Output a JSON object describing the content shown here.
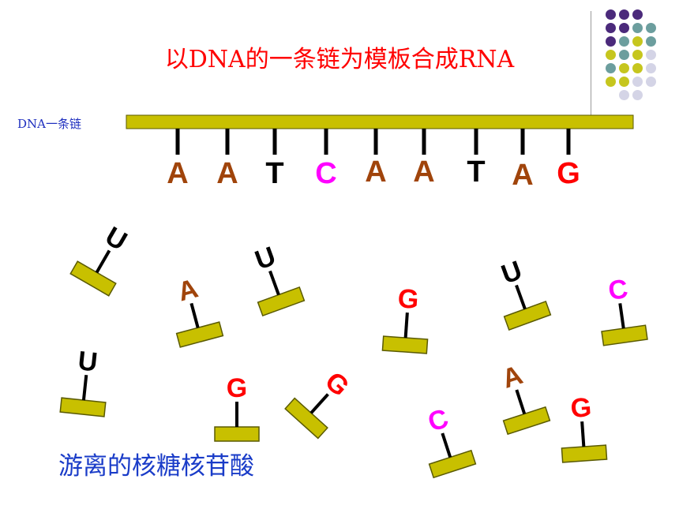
{
  "slide": {
    "title": "以DNA的一条链为模板合成RNA",
    "strand_label": "DNA一条链",
    "free_label": "游离的核糖核苷酸"
  },
  "template_bases": [
    "A",
    "A",
    "T",
    "C",
    "A",
    "A",
    "T",
    "A",
    "G"
  ],
  "free_nucleotides": [
    "U",
    "A",
    "U",
    "G",
    "U",
    "C",
    "U",
    "G",
    "G",
    "C",
    "A",
    "G"
  ],
  "colors": {
    "A": "#a0440b",
    "T": "#000000",
    "U": "#000000",
    "C": "#ff00ff",
    "G": "#ff0000",
    "backbone": "#c8c000",
    "backbone_stroke": "#5a5a00",
    "title": "#ff0000",
    "label": "#1f2fbf",
    "dot_purple": "#4b2a7b",
    "dot_teal": "#6c9e9e",
    "dot_olive": "#c6c61e",
    "dot_lavender": "#d4d4e6"
  },
  "decor_dots": [
    [
      "purple",
      "purple",
      "purple",
      ""
    ],
    [
      "purple",
      "purple",
      "teal",
      "teal"
    ],
    [
      "purple",
      "teal",
      "olive",
      "teal"
    ],
    [
      "olive",
      "teal",
      "olive",
      "lavender"
    ],
    [
      "teal",
      "olive",
      "olive",
      "lavender"
    ],
    [
      "olive",
      "olive",
      "lavender",
      "lavender"
    ],
    [
      "",
      "lavender",
      "lavender",
      ""
    ]
  ]
}
